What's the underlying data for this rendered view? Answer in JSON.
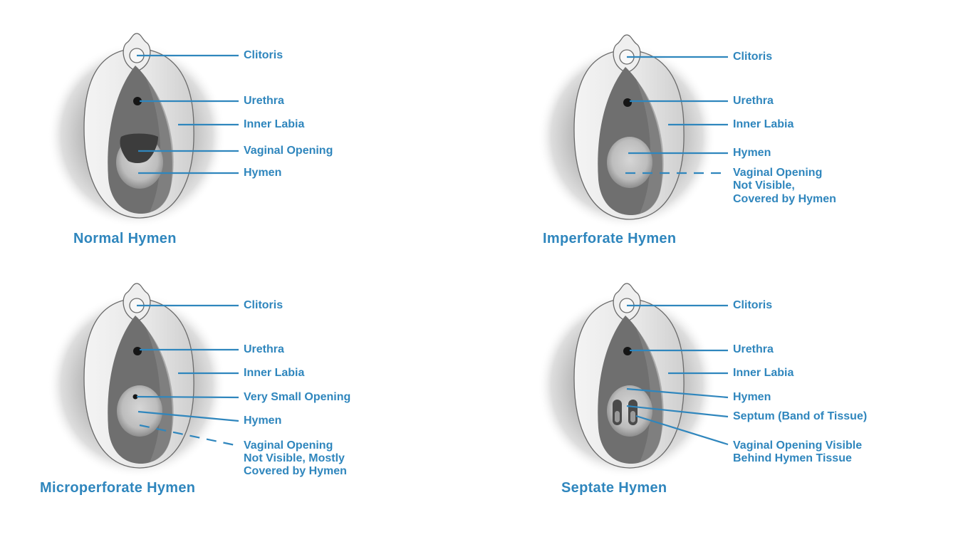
{
  "colors": {
    "label": "#2f86bd",
    "line": "#2f86bd"
  },
  "panels": [
    {
      "title": "Normal Hymen",
      "labels": [
        "Clitoris",
        "Urethra",
        "Inner Labia",
        "Vaginal Opening",
        "Hymen"
      ]
    },
    {
      "title": "Imperforate Hymen",
      "labels": [
        "Clitoris",
        "Urethra",
        "Inner Labia",
        "Hymen",
        "Vaginal Opening",
        "Not Visible,",
        "Covered by Hymen"
      ]
    },
    {
      "title": "Microperforate Hymen",
      "labels": [
        "Clitoris",
        "Urethra",
        "Inner Labia",
        "Very Small Opening",
        "Hymen",
        "Vaginal Opening",
        "Not Visible, Mostly",
        "Covered by Hymen"
      ]
    },
    {
      "title": "Septate Hymen",
      "labels": [
        "Clitoris",
        "Urethra",
        "Inner Labia",
        "Hymen",
        "Septum (Band of Tissue)",
        "Vaginal Opening Visible",
        "Behind Hymen Tissue"
      ]
    }
  ]
}
